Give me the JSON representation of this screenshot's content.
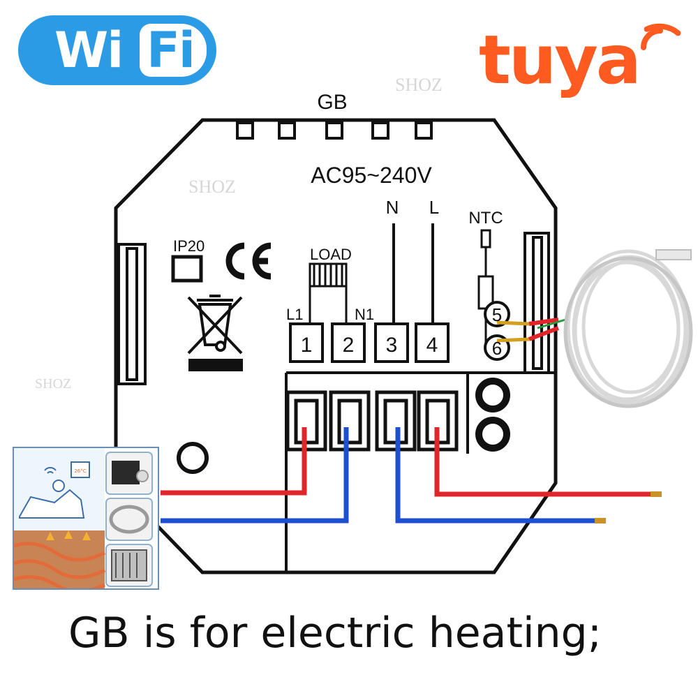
{
  "logos": {
    "wifi_left": "Wi",
    "wifi_right": "Fi",
    "tuya": "tuya"
  },
  "diagram": {
    "top_label": "GB",
    "voltage": "AC95~240V",
    "label_n": "N",
    "label_l": "L",
    "label_ntc": "NTC",
    "label_ip": "IP20",
    "label_ce": "CE",
    "label_load": "LOAD",
    "label_l1": "L1",
    "label_n1": "N1",
    "terminals": [
      "1",
      "2",
      "3",
      "4"
    ],
    "ntc_terminals": [
      "5",
      "6"
    ],
    "watermark": "SHOZ",
    "panel_temp": "26°C"
  },
  "caption": "GB is for electric heating;",
  "colors": {
    "wifi_blue": "#2b9be6",
    "tuya_orange": "#ff5a1f",
    "live_wire": "#e0262b",
    "neutral_wire": "#1f4fd1",
    "outline": "#111111"
  },
  "icons": [
    "crossed-bin-icon",
    "ce-mark-icon",
    "ntc-sensor-icon",
    "sensor-cable-coil-icon"
  ]
}
